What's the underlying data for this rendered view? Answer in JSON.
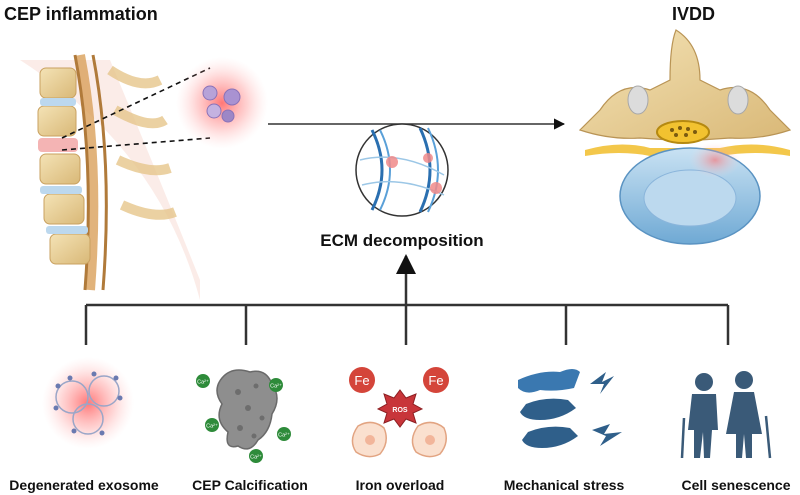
{
  "titles": {
    "left": "CEP inflammation",
    "right": "IVDD"
  },
  "center_label": "ECM decomposition",
  "factors": [
    {
      "label": "Degenerated exosome",
      "icon": "exosome-icon"
    },
    {
      "label": "CEP Calcification",
      "icon": "calcified-tissue-icon"
    },
    {
      "label": "Iron overload",
      "icon": "iron-ros-icon"
    },
    {
      "label": "Mechanical stress",
      "icon": "vertebrae-stress-icon"
    },
    {
      "label": "Cell senescence",
      "icon": "elderly-couple-icon"
    }
  ],
  "badges": {
    "iron": "Fe",
    "ros": "ROS",
    "calcium": "Ca²⁺"
  },
  "colors": {
    "text": "#111111",
    "connector": "#333333",
    "inflammation_red": "#e8413a",
    "iron_red": "#d4453a",
    "calcium_green": "#2e8b3a",
    "stress_blue": "#2f5f8a",
    "senescence_blue": "#3a5a78",
    "disc_blue": "#9cc7e6",
    "bone_beige": "#efd9a4",
    "nerve_yellow": "#f2c230"
  }
}
